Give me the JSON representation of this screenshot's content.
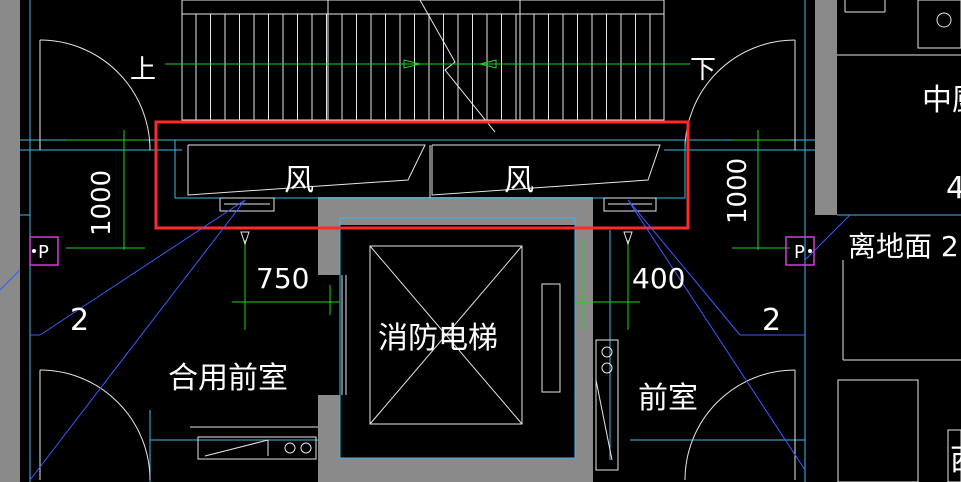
{
  "labels": {
    "up": "上",
    "down": "下",
    "wind_left": "风",
    "wind_right": "风",
    "dim_1000_left": "1000",
    "dim_1000_right": "1000",
    "dim_750": "750",
    "dim_400": "400",
    "num_2_left": "2",
    "num_2_right": "2",
    "shared_lobby": "合用前室",
    "fire_elevator": "消防电梯",
    "lobby": "前室",
    "height_above_floor": "离地面 2.",
    "partial_top_right": "中厨",
    "partial_four": "4",
    "partial_right_edge": "西",
    "socket_left": "P",
    "socket_right": "P"
  },
  "colors": {
    "background": "#000000",
    "highlight_box": "#ff2a2a",
    "wall_fill": "#8a8a8a",
    "cyan_line": "#3fb8e8",
    "blue_line": "#3a5bff",
    "green_dim": "#22d022",
    "magenta_socket": "#d040d0",
    "text": "#ffffff"
  }
}
